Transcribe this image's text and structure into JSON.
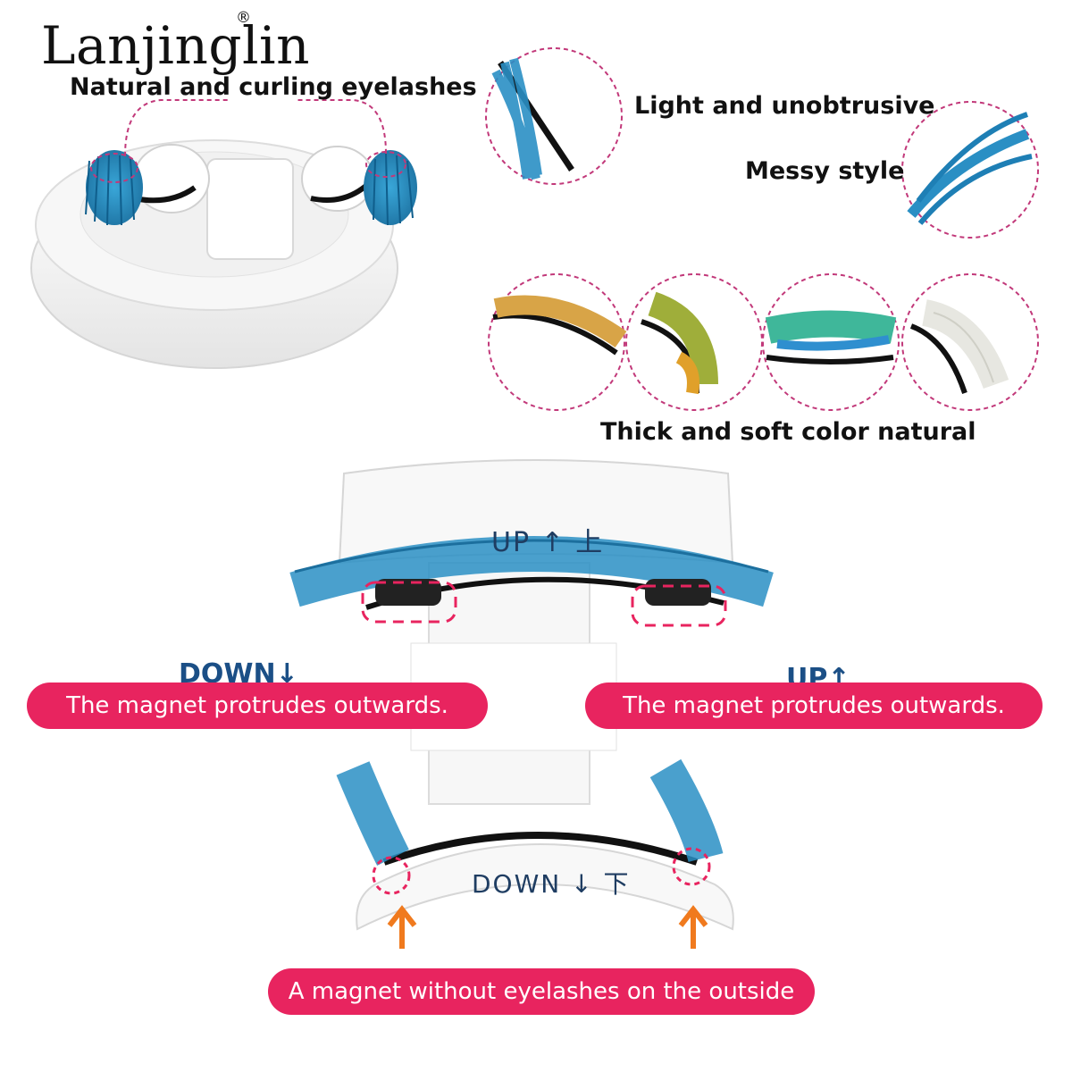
{
  "brand": {
    "name": "Lanjinglin",
    "registered_mark": "®"
  },
  "captions": {
    "natural": "Natural and curling eyelashes",
    "light": "Light and unobtrusive",
    "messy": "Messy style",
    "thick": "Thick and soft color natural"
  },
  "applicator": {
    "up_label": "UP",
    "up_cn": "上",
    "down_label": "DOWN",
    "down_cn": "下"
  },
  "annotations": {
    "left_direction": "DOWN",
    "right_direction": "UP",
    "left_pill": "The magnet protrudes outwards.",
    "right_pill": "The magnet protrudes outwards.",
    "bottom_pill": "A magnet without eyelashes on the outside"
  },
  "colors": {
    "accent_pink": "#e8245f",
    "direction_blue": "#1b4f86",
    "arrow_orange": "#f07a1e",
    "lash_blue": "#2a8fc4"
  },
  "swatches": [
    "gold",
    "green-gold",
    "green-blue",
    "white"
  ]
}
